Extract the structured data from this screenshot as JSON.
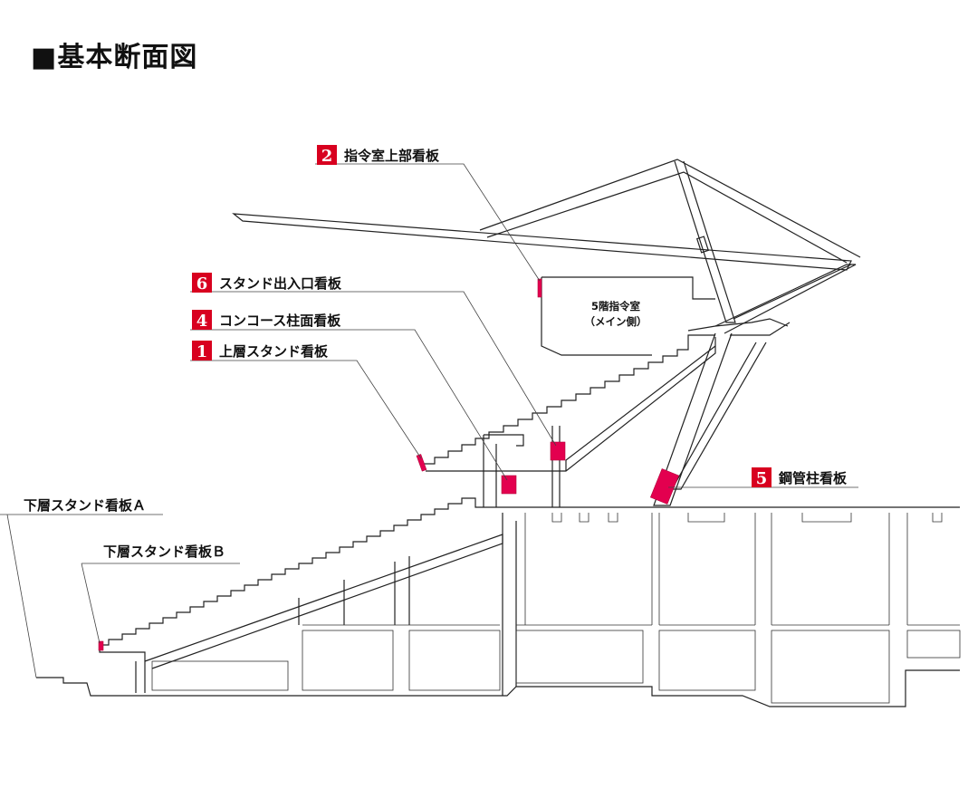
{
  "title": "■基本断面図",
  "room": {
    "line1": "5階指令室",
    "line2": "（メイン側）"
  },
  "callouts": [
    {
      "id": "sign-2",
      "number": "2",
      "text": "指令室上部看板"
    },
    {
      "id": "sign-6",
      "number": "6",
      "text": "スタンド出入口看板"
    },
    {
      "id": "sign-4",
      "number": "4",
      "text": "コンコース柱面看板"
    },
    {
      "id": "sign-1",
      "number": "1",
      "text": "上層スタンド看板"
    },
    {
      "id": "sign-5",
      "number": "5",
      "text": "鋼管柱看板"
    },
    {
      "id": "sign-a",
      "number": "",
      "text": "下層スタンド看板Ａ"
    },
    {
      "id": "sign-b",
      "number": "",
      "text": "下層スタンド看板Ｂ"
    }
  ],
  "colors": {
    "sign": "#e3004f",
    "number_box": "#d8001f",
    "line": "#222222"
  }
}
